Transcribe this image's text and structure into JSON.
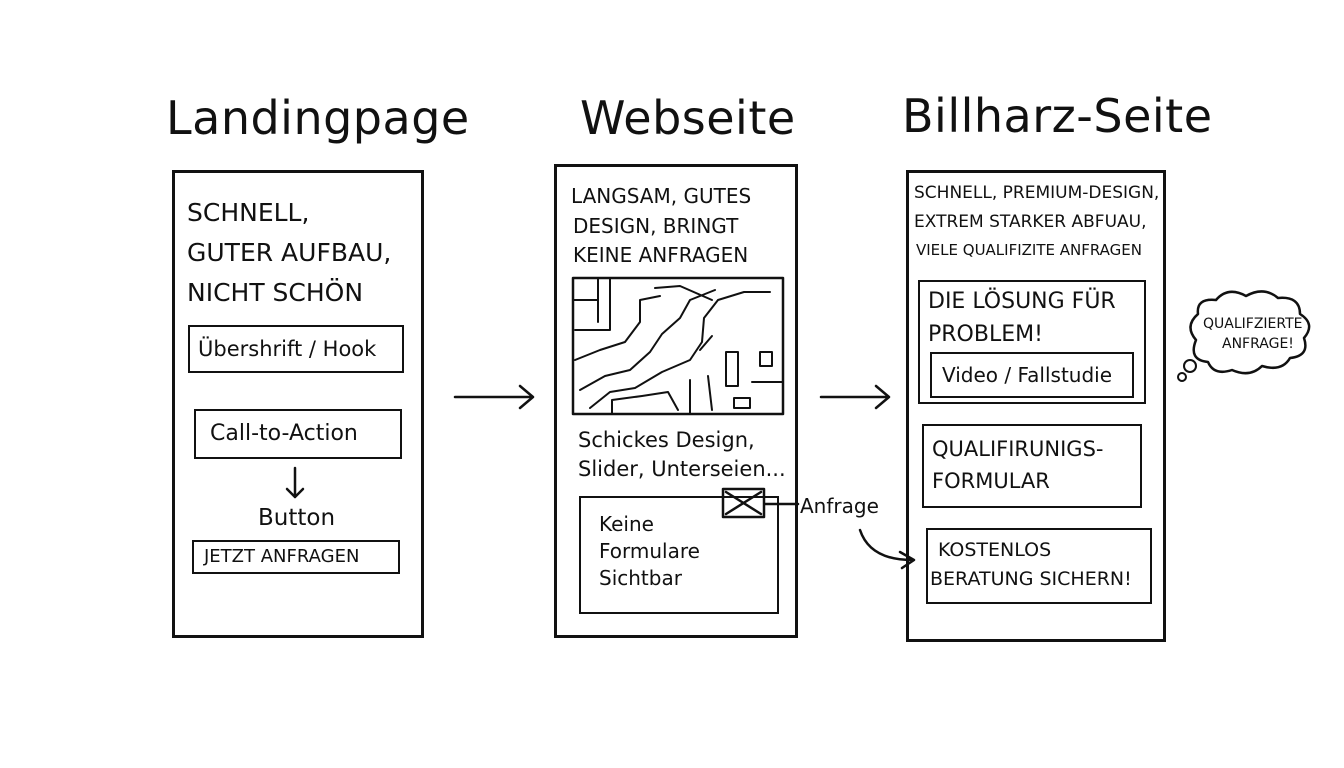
{
  "columns": {
    "landingpage": {
      "title": "Landingpage",
      "desc": [
        "SCHNELL,",
        "GUTER AUFBAU,",
        "NICHT SCHÖN"
      ],
      "headline_box": "Übershrift / Hook",
      "cta_box": "Call-to-Action",
      "button_label": "Button",
      "button_box": "JETZT ANFRAGEN"
    },
    "webseite": {
      "title": "Webseite",
      "desc": [
        "LANGSAM, GUTES",
        "DESIGN, BRINGT",
        "KEINE ANFRAGEN"
      ],
      "image_caption": [
        "Schickes Design,",
        "Slider, Unterseien..."
      ],
      "form_box": [
        "Keine",
        "Formulare",
        "Sichtbar"
      ],
      "anfrage_label": "Anfrage"
    },
    "billharz": {
      "title": "Billharz-Seite",
      "desc": [
        "SCHNELL, PREMIUM-DESIGN,",
        "EXTREM STARKER ABFUAU,",
        "VIELE QUALIFIZITE ANFRAGEN"
      ],
      "solution_box": [
        "DIE LÖSUNG FÜR",
        "PROBLEM!"
      ],
      "video_box": "Video / Fallstudie",
      "form_box": [
        "QUALIFIRUNIGS-",
        "FORMULAR"
      ],
      "cta_box": [
        "KOSTENLOS",
        "BERATUNG SICHERN!"
      ],
      "thought_bubble": [
        "QUALIFZIERTE",
        "ANFRAGE!"
      ]
    }
  }
}
